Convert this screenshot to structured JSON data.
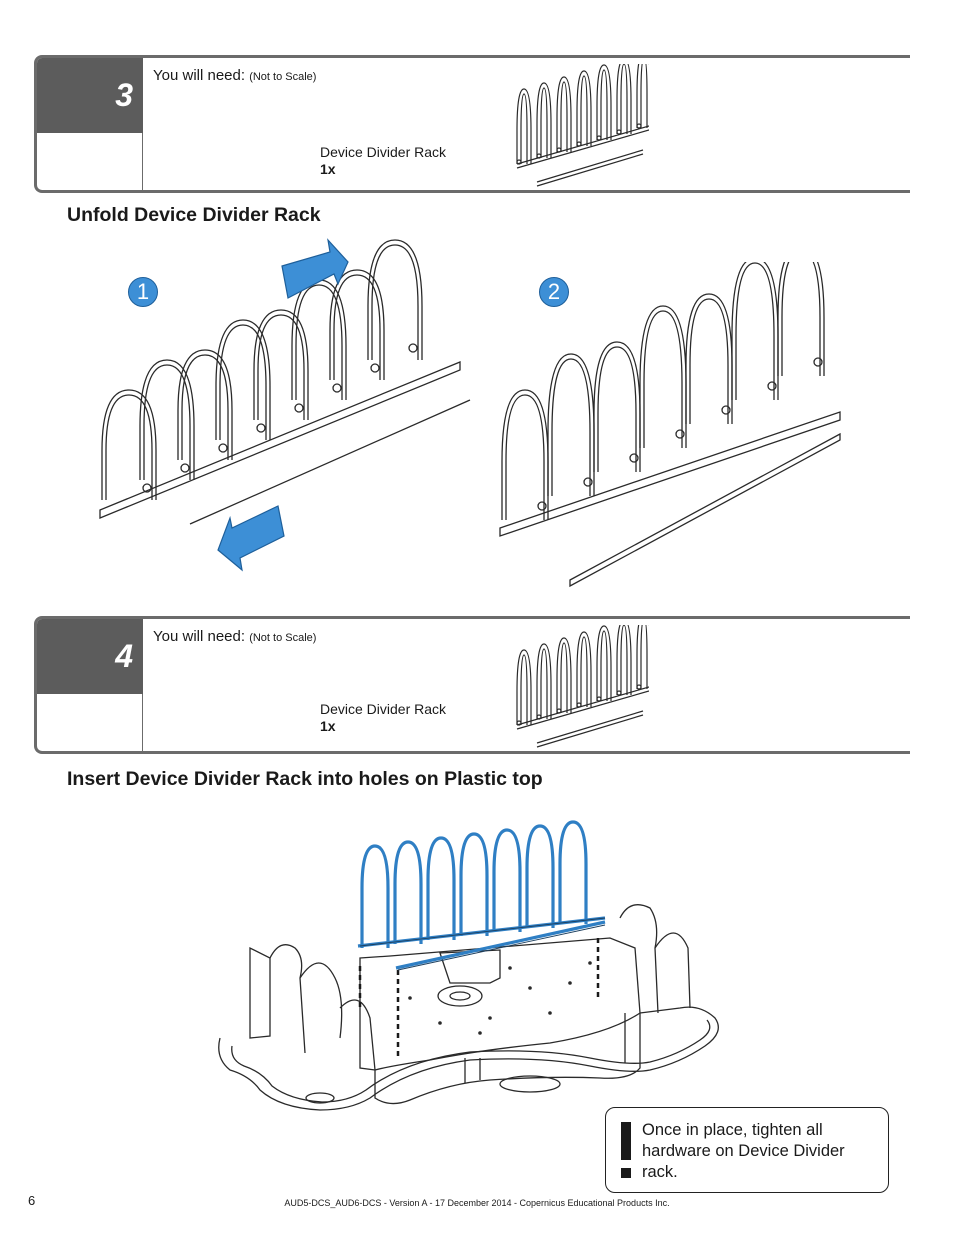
{
  "step3": {
    "number": "3",
    "you_will_need": "You will need:",
    "scale_note": "(Not to Scale)",
    "part_name": "Device Divider Rack",
    "part_qty": "1x"
  },
  "section3": {
    "heading": "Unfold Device Divider Rack"
  },
  "figure_labels": {
    "one": "1",
    "two": "2"
  },
  "step4": {
    "number": "4",
    "you_will_need": "You will need:",
    "scale_note": "(Not to Scale)",
    "part_name": "Device Divider Rack",
    "part_qty": "1x"
  },
  "section4": {
    "heading": "Insert Device Divider Rack into holes on  Plastic top"
  },
  "note": {
    "icon": "exclamation-icon",
    "text": "Once in place, tighten all hardware on Device Divider rack."
  },
  "footer": {
    "page_number": "6",
    "doc_info": "AUD5-DCS_AUD6-DCS - Version A - 17 December 2014 - Copernicus Educational Products Inc."
  },
  "colors": {
    "step_gray": "#5c5c5c",
    "highlight_blue": "#3d8fd6",
    "rack_blue": "#2f7fc4"
  }
}
